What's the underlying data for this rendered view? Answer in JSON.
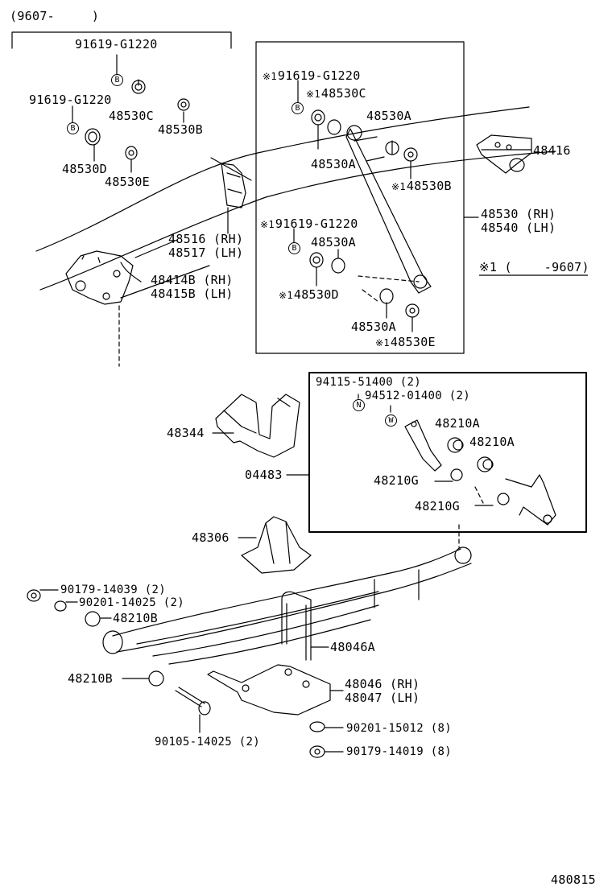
{
  "header": {
    "applicability": "(9607-　　　)"
  },
  "footer": {
    "figure_number": "480815"
  },
  "inset_boxes": {
    "shock_absorber_note": "※1 (　　 -9607)"
  },
  "parts": {
    "p91619_top": "91619-G1220",
    "p91619_left": "91619-G1220",
    "p48530C_left": "48530C",
    "p48530B_left": "48530B",
    "p48530D_left": "48530D",
    "p48530E_left": "48530E",
    "p91619_box_top": "91619-G1220",
    "p48530C_box": "48530C",
    "p48530A_a": "48530A",
    "p48530A_b": "48530A",
    "p48530B_box": "48530B",
    "p48416": "48416",
    "p48530_rh": "48530 (RH)",
    "p48540_lh": "48540 (LH)",
    "p91619_box_mid": "91619-G1220",
    "p48530A_c": "48530A",
    "p48530D_box": "48530D",
    "p48530A_d": "48530A",
    "p48530E_box": "48530E",
    "p48516_rh": "48516 (RH)",
    "p48517_lh": "48517 (LH)",
    "p48414B_rh": "48414B (RH)",
    "p48415B_lh": "48415B (LH)",
    "p94115": "94115-51400 (2)",
    "p94512": "94512-01400 (2)",
    "p48210A_a": "48210A",
    "p48210A_b": "48210A",
    "p48210G_a": "48210G",
    "p48210G_b": "48210G",
    "p48344": "48344",
    "p04483": "04483",
    "p48306": "48306",
    "p90179_14039": "90179-14039 (2)",
    "p90201_14025": "90201-14025 (2)",
    "p48210B_a": "48210B",
    "p48046A": "48046A",
    "p48210B_b": "48210B",
    "p48046_rh": "48046 (RH)",
    "p48047_lh": "48047 (LH)",
    "p90201_15012": "90201-15012 (8)",
    "p90105": "90105-14025 (2)",
    "p90179_14019": "90179-14019 (8)"
  },
  "markers": {
    "b": "B",
    "n": "N",
    "w": "W",
    "asterisk": "※1"
  }
}
